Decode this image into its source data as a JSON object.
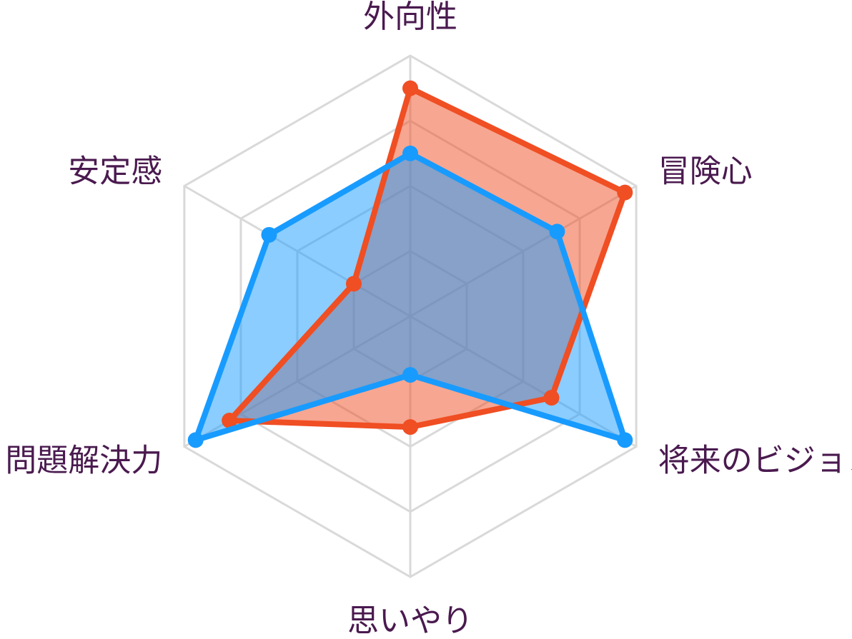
{
  "chart_data": {
    "type": "radar",
    "title": "",
    "axes": [
      "外向性",
      "冒険心",
      "将来のビジョン",
      "思いやり",
      "問題解決力",
      "安定感"
    ],
    "range": [
      0,
      4
    ],
    "grid": true,
    "grid_levels": 4,
    "legend": "none",
    "series": [
      {
        "values": [
          3.5,
          3.8,
          2.5,
          1.7,
          3.2,
          1.0
        ],
        "color": "#f04e23",
        "fill": "rgba(240,78,35,0.5)"
      },
      {
        "values": [
          2.5,
          2.6,
          3.8,
          0.9,
          3.8,
          2.5
        ],
        "color": "#189bff",
        "fill": "rgba(24,155,255,0.5)"
      }
    ],
    "label_color": "#4a1a4f",
    "grid_color": "#d9d9d9"
  }
}
